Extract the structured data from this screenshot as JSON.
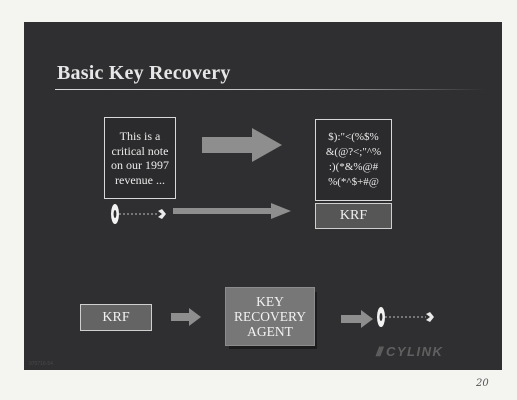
{
  "slide": {
    "title": "Basic Key Recovery",
    "plaintext_note": "This is a\ncritical note\non our 1997\nrevenue ...",
    "ciphertext": "$):\"<(%$%\n&(@?<;\"^%\n:)(*&%@#\n%(*^$+#@",
    "krf_top_label": "KRF",
    "krf_bottom_label": "KRF",
    "agent_label": "KEY\nRECOVERY\nAGENT",
    "logo_text": "CYLINK",
    "slide_reference": "970716-54"
  },
  "page": {
    "number": "20"
  },
  "icons": {
    "arrows": [
      "arrow-right-icon",
      "arrow-right-icon",
      "arrow-right-icon",
      "arrow-right-icon"
    ],
    "keys": [
      "key-icon",
      "key-icon"
    ]
  },
  "colors": {
    "slide_background": "#2f2f31",
    "box_border": "#d8d8d8",
    "arrow_fill": "#8e8e8e",
    "agent_fill": "#777777"
  }
}
